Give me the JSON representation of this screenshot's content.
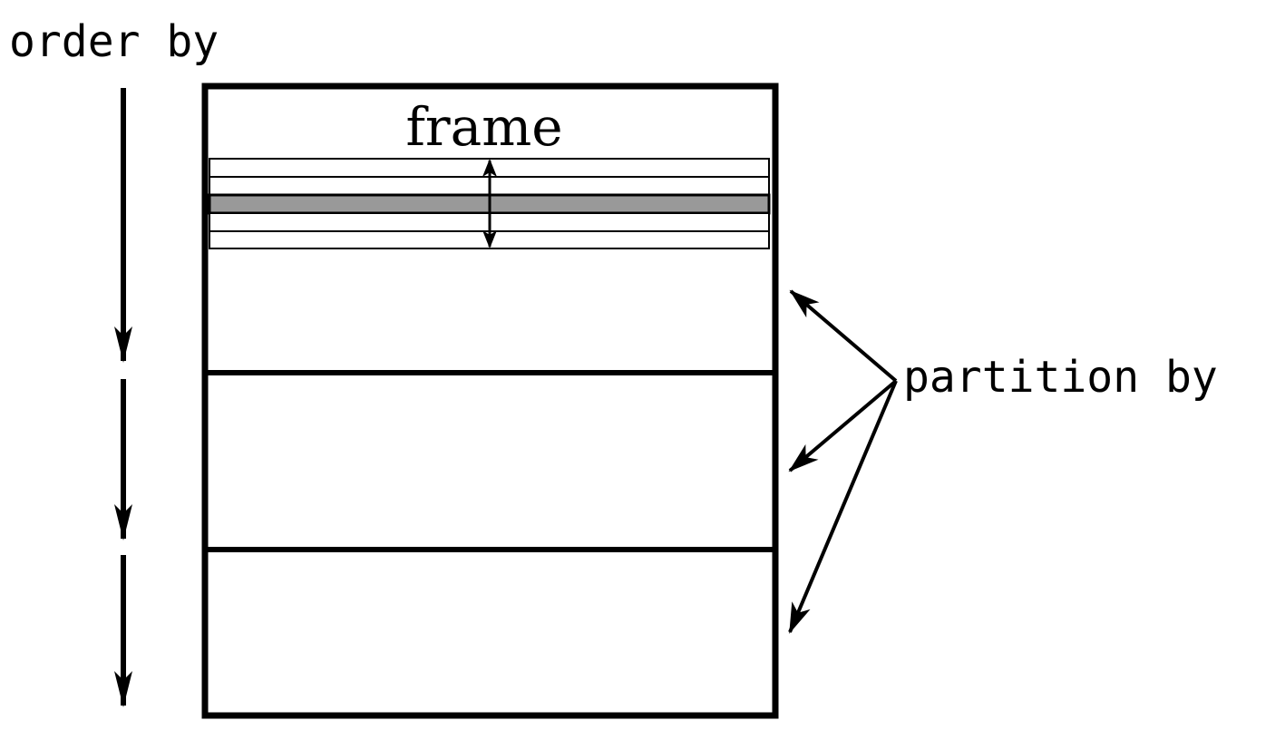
{
  "labels": {
    "order_by": "order by",
    "frame": "frame",
    "partition_by": "partition by"
  },
  "colors": {
    "ink": "#000000",
    "current_row_fill": "#999999",
    "background": "#ffffff"
  },
  "diagram": {
    "partition_count": 3,
    "frame_row_count": 5,
    "current_row_index": 2,
    "order_arrow_count": 3,
    "partition_arrow_count": 3
  }
}
